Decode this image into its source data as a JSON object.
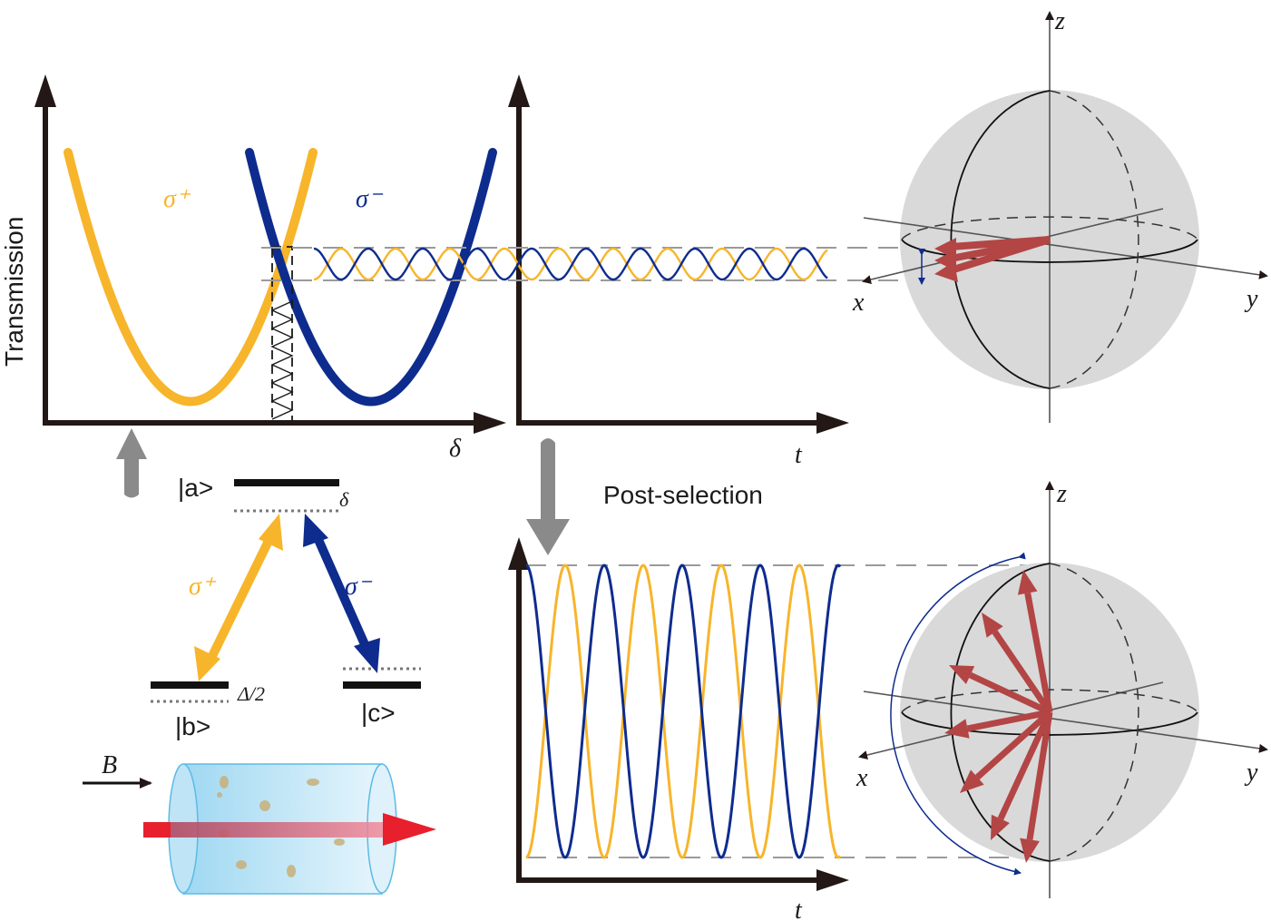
{
  "colors": {
    "sigma_plus": "#f7b52b",
    "sigma_minus": "#0e2c8e",
    "axis": "#231815",
    "arrow_red": "#b34545",
    "gray_arrow": "#8a8a8a",
    "sphere": "#d9d9d9",
    "cell": "#bfe4f5",
    "beam": "#e81f2d"
  },
  "transmission_panel": {
    "y_axis_label": "Transmission",
    "x_axis_label": "δ",
    "sigma_plus_label": "σ⁺",
    "sigma_minus_label": "σ⁻"
  },
  "time_panel_top": {
    "x_axis_label": "t"
  },
  "post_selection_label": "Post-selection",
  "time_panel_bottom": {
    "x_axis_label": "t"
  },
  "level_scheme": {
    "level_a": "|a>",
    "level_b": "|b>",
    "level_c": "|c>",
    "detuning": "δ",
    "splitting": "Δ/2",
    "sigma_plus": "σ⁺",
    "sigma_minus": "σ⁻"
  },
  "cell": {
    "field_label": "B"
  },
  "bloch_top": {
    "x": "x",
    "y": "y",
    "z": "z"
  },
  "bloch_bottom": {
    "x": "x",
    "y": "y",
    "z": "z"
  }
}
